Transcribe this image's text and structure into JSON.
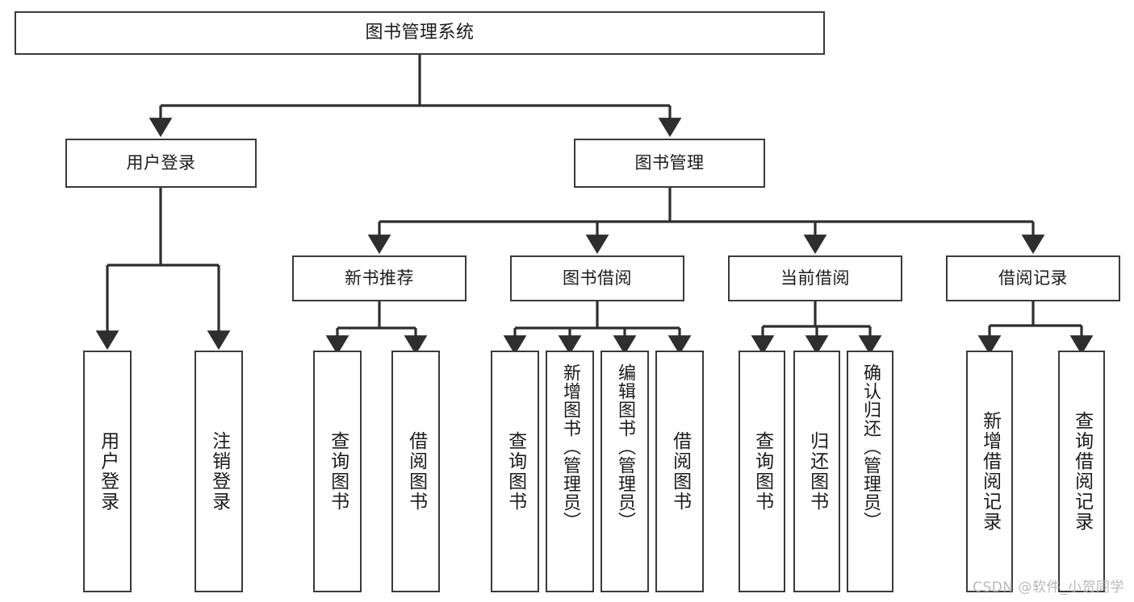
{
  "diagram": {
    "type": "tree-hierarchy-flowchart",
    "title": "图书管理系统",
    "watermark": "CSDN @软件_小贺同学",
    "colors": {
      "box_border": "#3a3a3a",
      "box_fill": "#ffffff",
      "connector": "#2e2e2e",
      "text": "#1b1b1b",
      "watermark": "#b9b9b9",
      "background": "#ffffff"
    },
    "levels": {
      "root": {
        "label": "图书管理系统"
      },
      "level2": [
        {
          "label": "用户登录"
        },
        {
          "label": "图书管理"
        }
      ],
      "level3": [
        {
          "label": "新书推荐"
        },
        {
          "label": "图书借阅"
        },
        {
          "label": "当前借阅"
        },
        {
          "label": "借阅记录"
        }
      ],
      "leaves": {
        "user_login": [
          {
            "label": "用户登录"
          },
          {
            "label": "注销登录"
          }
        ],
        "new_book_recommend": [
          {
            "label": "查询图书"
          },
          {
            "label": "借阅图书"
          }
        ],
        "book_borrow": [
          {
            "label": "查询图书"
          },
          {
            "label": "新增图书（管理员）"
          },
          {
            "label": "编辑图书（管理员）"
          },
          {
            "label": "借阅图书"
          }
        ],
        "current_borrow": [
          {
            "label": "查询图书"
          },
          {
            "label": "归还图书"
          },
          {
            "label": "确认归还（管理员）"
          }
        ],
        "borrow_records": [
          {
            "label": "新增借阅记录"
          },
          {
            "label": "查询借阅记录"
          }
        ]
      }
    }
  }
}
